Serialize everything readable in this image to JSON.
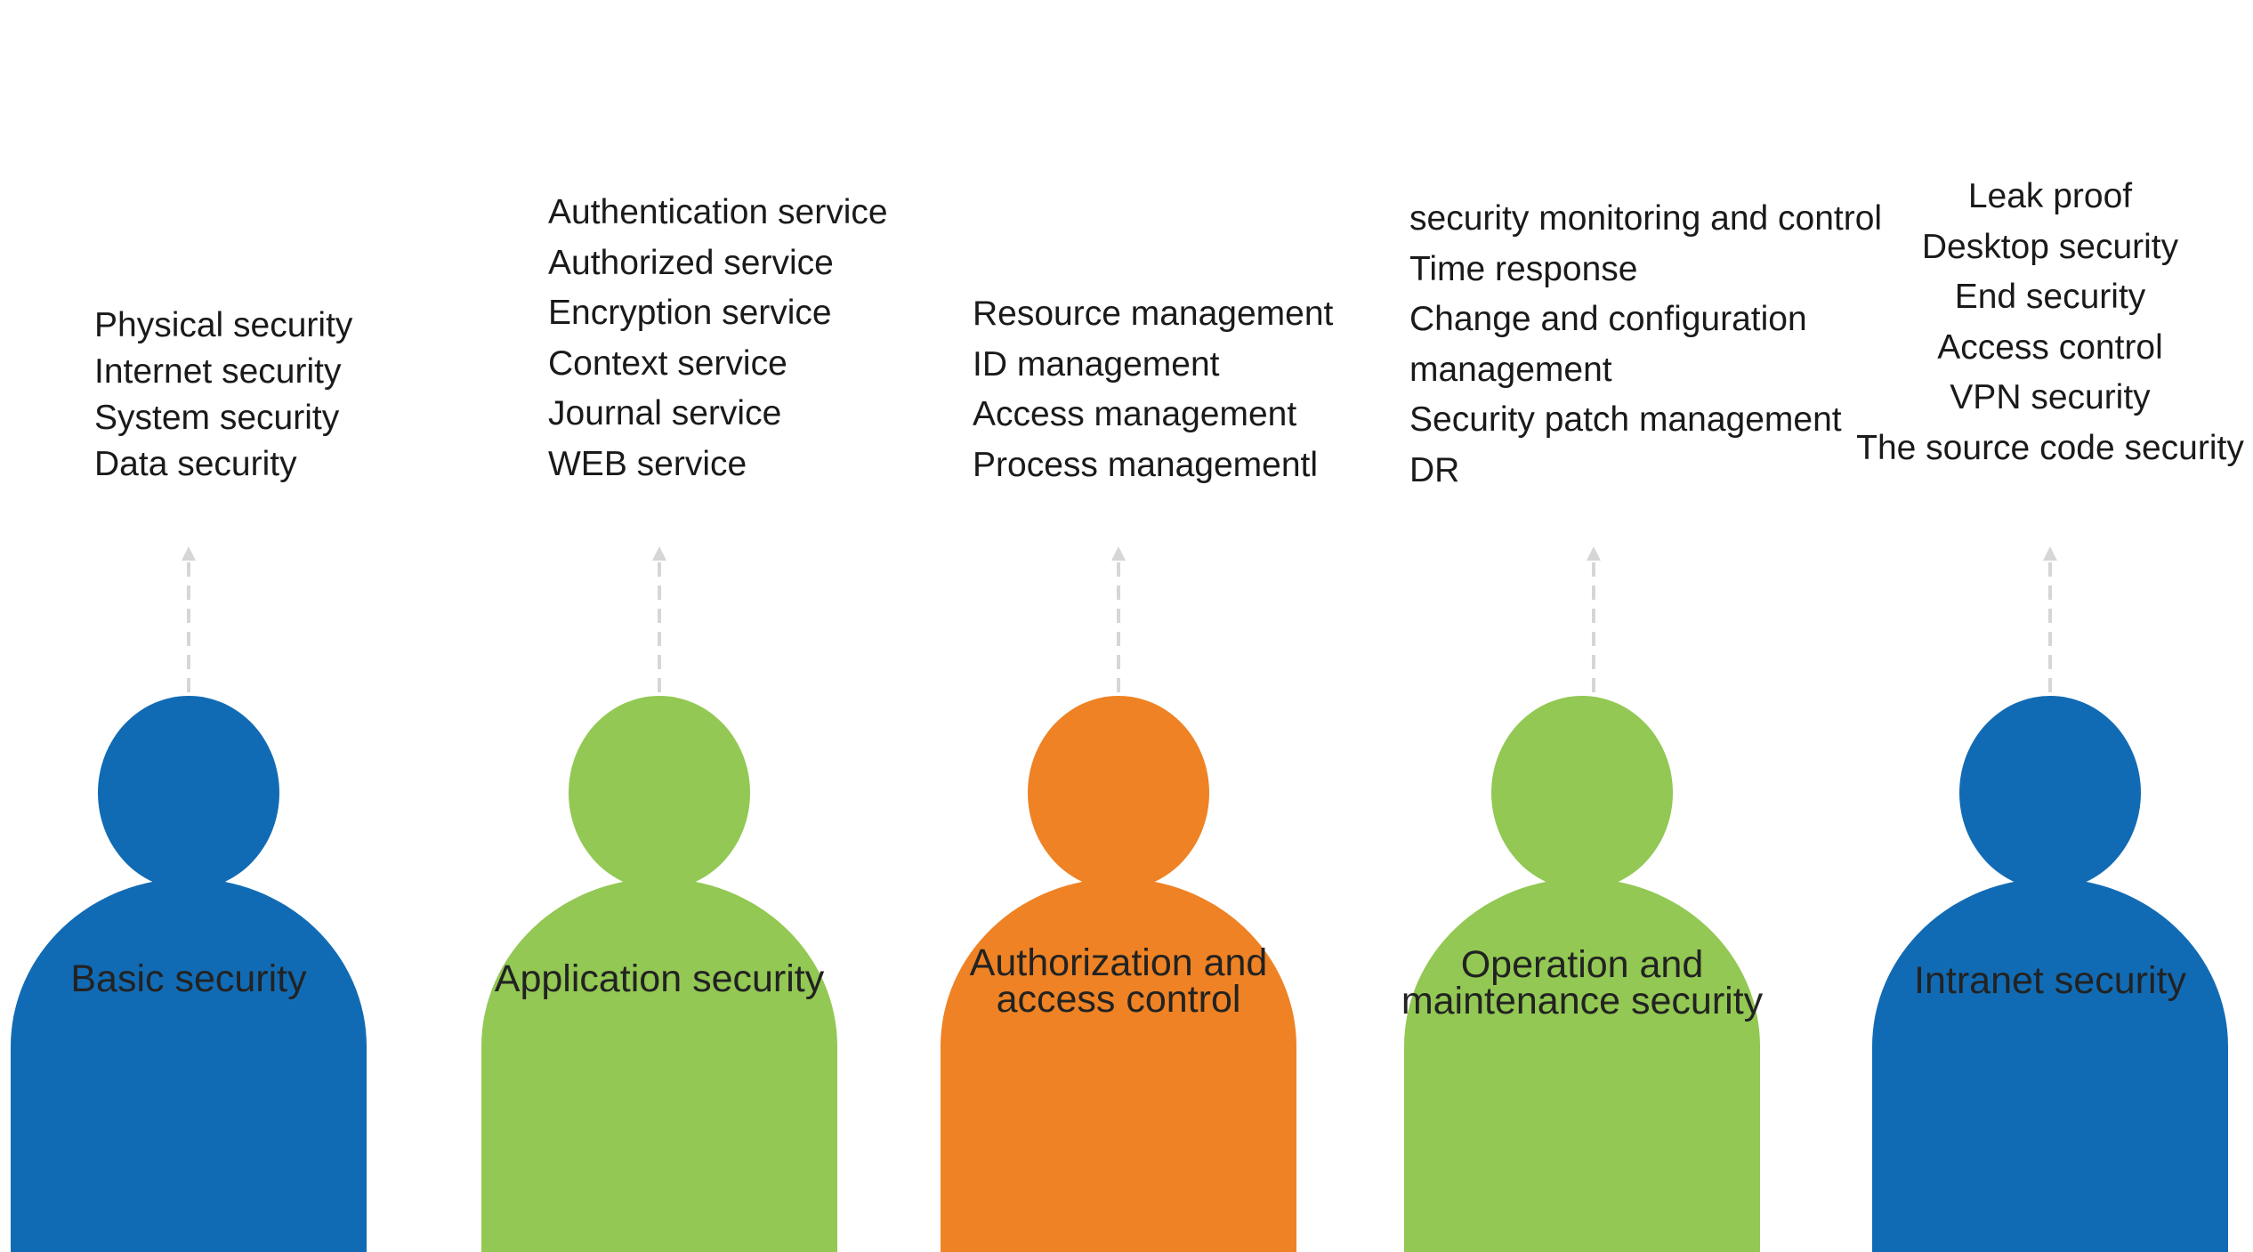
{
  "colors": {
    "blue": "#116BB4",
    "green": "#92C853",
    "orange": "#EE8224",
    "connector": "#D6D6D6"
  },
  "columns": [
    {
      "id": "basic",
      "label": "Basic security",
      "color": "#116BB4",
      "items": [
        "Physical security",
        "Internet security",
        "System security",
        "Data security"
      ]
    },
    {
      "id": "application",
      "label": "Application security",
      "color": "#92C853",
      "items": [
        "Authentication service",
        "Authorized service",
        "Encryption service",
        "Context service",
        "Journal service",
        "WEB service"
      ]
    },
    {
      "id": "authorization",
      "label": "Authorization and access control",
      "color": "#EE8224",
      "items": [
        "Resource management",
        "ID management",
        "Access management",
        "Process managementl"
      ]
    },
    {
      "id": "operation",
      "label": "Operation and maintenance security",
      "color": "#92C853",
      "items": [
        "security monitoring and control",
        "Time response",
        "Change and configuration",
        "management",
        "Security patch management",
        "DR"
      ]
    },
    {
      "id": "intranet",
      "label": "Intranet security",
      "color": "#116BB4",
      "items": [
        "Leak proof",
        "Desktop security",
        "End security",
        "Access control",
        "VPN security",
        "The source code security"
      ]
    }
  ]
}
